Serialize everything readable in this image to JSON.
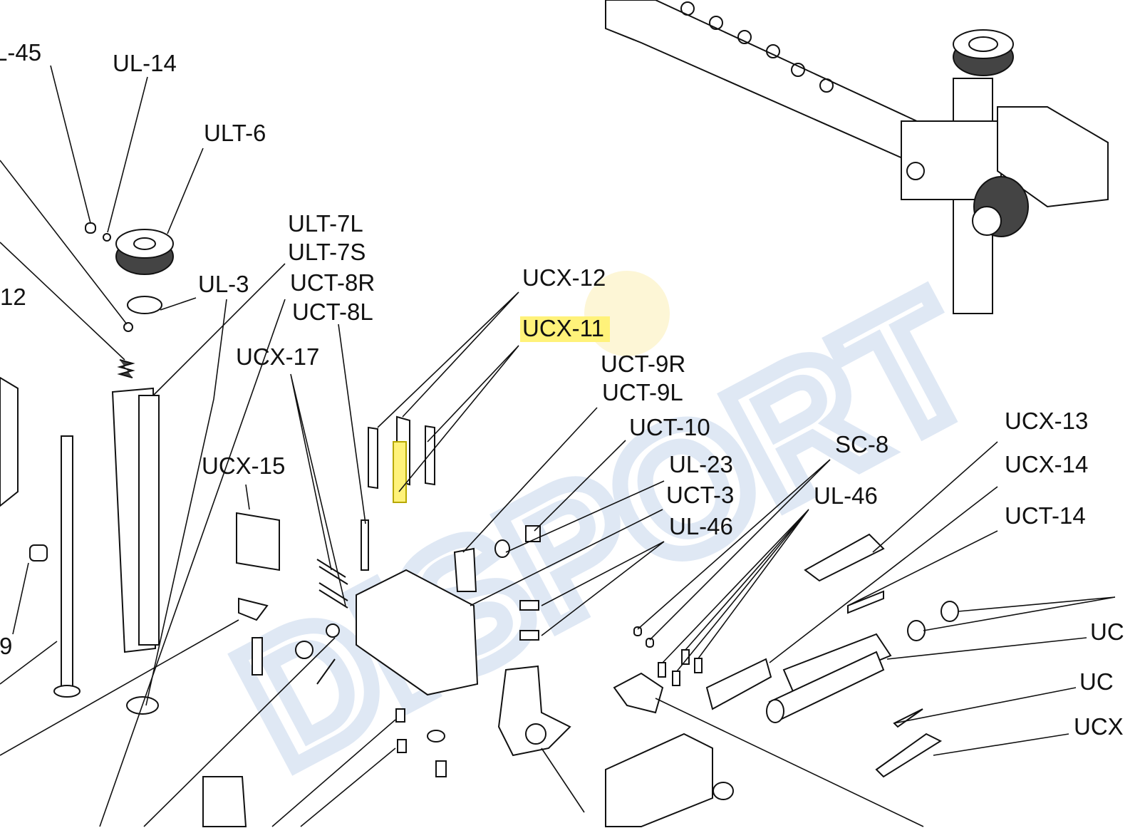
{
  "diagram": {
    "watermark": "DISPORT",
    "highlight_color": "#fff27a",
    "labels": [
      {
        "id": "ul-45",
        "text": "L-45"
      },
      {
        "id": "ul-14",
        "text": "UL-14"
      },
      {
        "id": "ult-6",
        "text": "ULT-6"
      },
      {
        "id": "ul-3",
        "text": "UL-3"
      },
      {
        "id": "left-12",
        "text": "12"
      },
      {
        "id": "ult-7l",
        "text": "ULT-7L"
      },
      {
        "id": "ult-7s",
        "text": "ULT-7S"
      },
      {
        "id": "uct-8r",
        "text": "UCT-8R"
      },
      {
        "id": "uct-8l",
        "text": "UCT-8L"
      },
      {
        "id": "ucx-17",
        "text": "UCX-17"
      },
      {
        "id": "ucx-12",
        "text": "UCX-12"
      },
      {
        "id": "ucx-11",
        "text": "UCX-11",
        "highlighted": true
      },
      {
        "id": "uct-9r",
        "text": "UCT-9R"
      },
      {
        "id": "uct-9l",
        "text": "UCT-9L"
      },
      {
        "id": "uct-10",
        "text": "UCT-10"
      },
      {
        "id": "ul-23",
        "text": "UL-23"
      },
      {
        "id": "uct-3",
        "text": "UCT-3"
      },
      {
        "id": "ul-46a",
        "text": "UL-46"
      },
      {
        "id": "sc-8",
        "text": "SC-8"
      },
      {
        "id": "ul-46b",
        "text": "UL-46"
      },
      {
        "id": "ucx-13",
        "text": "UCX-13"
      },
      {
        "id": "ucx-14",
        "text": "UCX-14"
      },
      {
        "id": "uct-14",
        "text": "UCT-14"
      },
      {
        "id": "ucx-15",
        "text": "UCX-15"
      },
      {
        "id": "left-9",
        "text": "-9"
      },
      {
        "id": "right-uc1",
        "text": "UC"
      },
      {
        "id": "right-uc2",
        "text": "UC"
      },
      {
        "id": "right-ucx",
        "text": "UCX"
      }
    ]
  }
}
